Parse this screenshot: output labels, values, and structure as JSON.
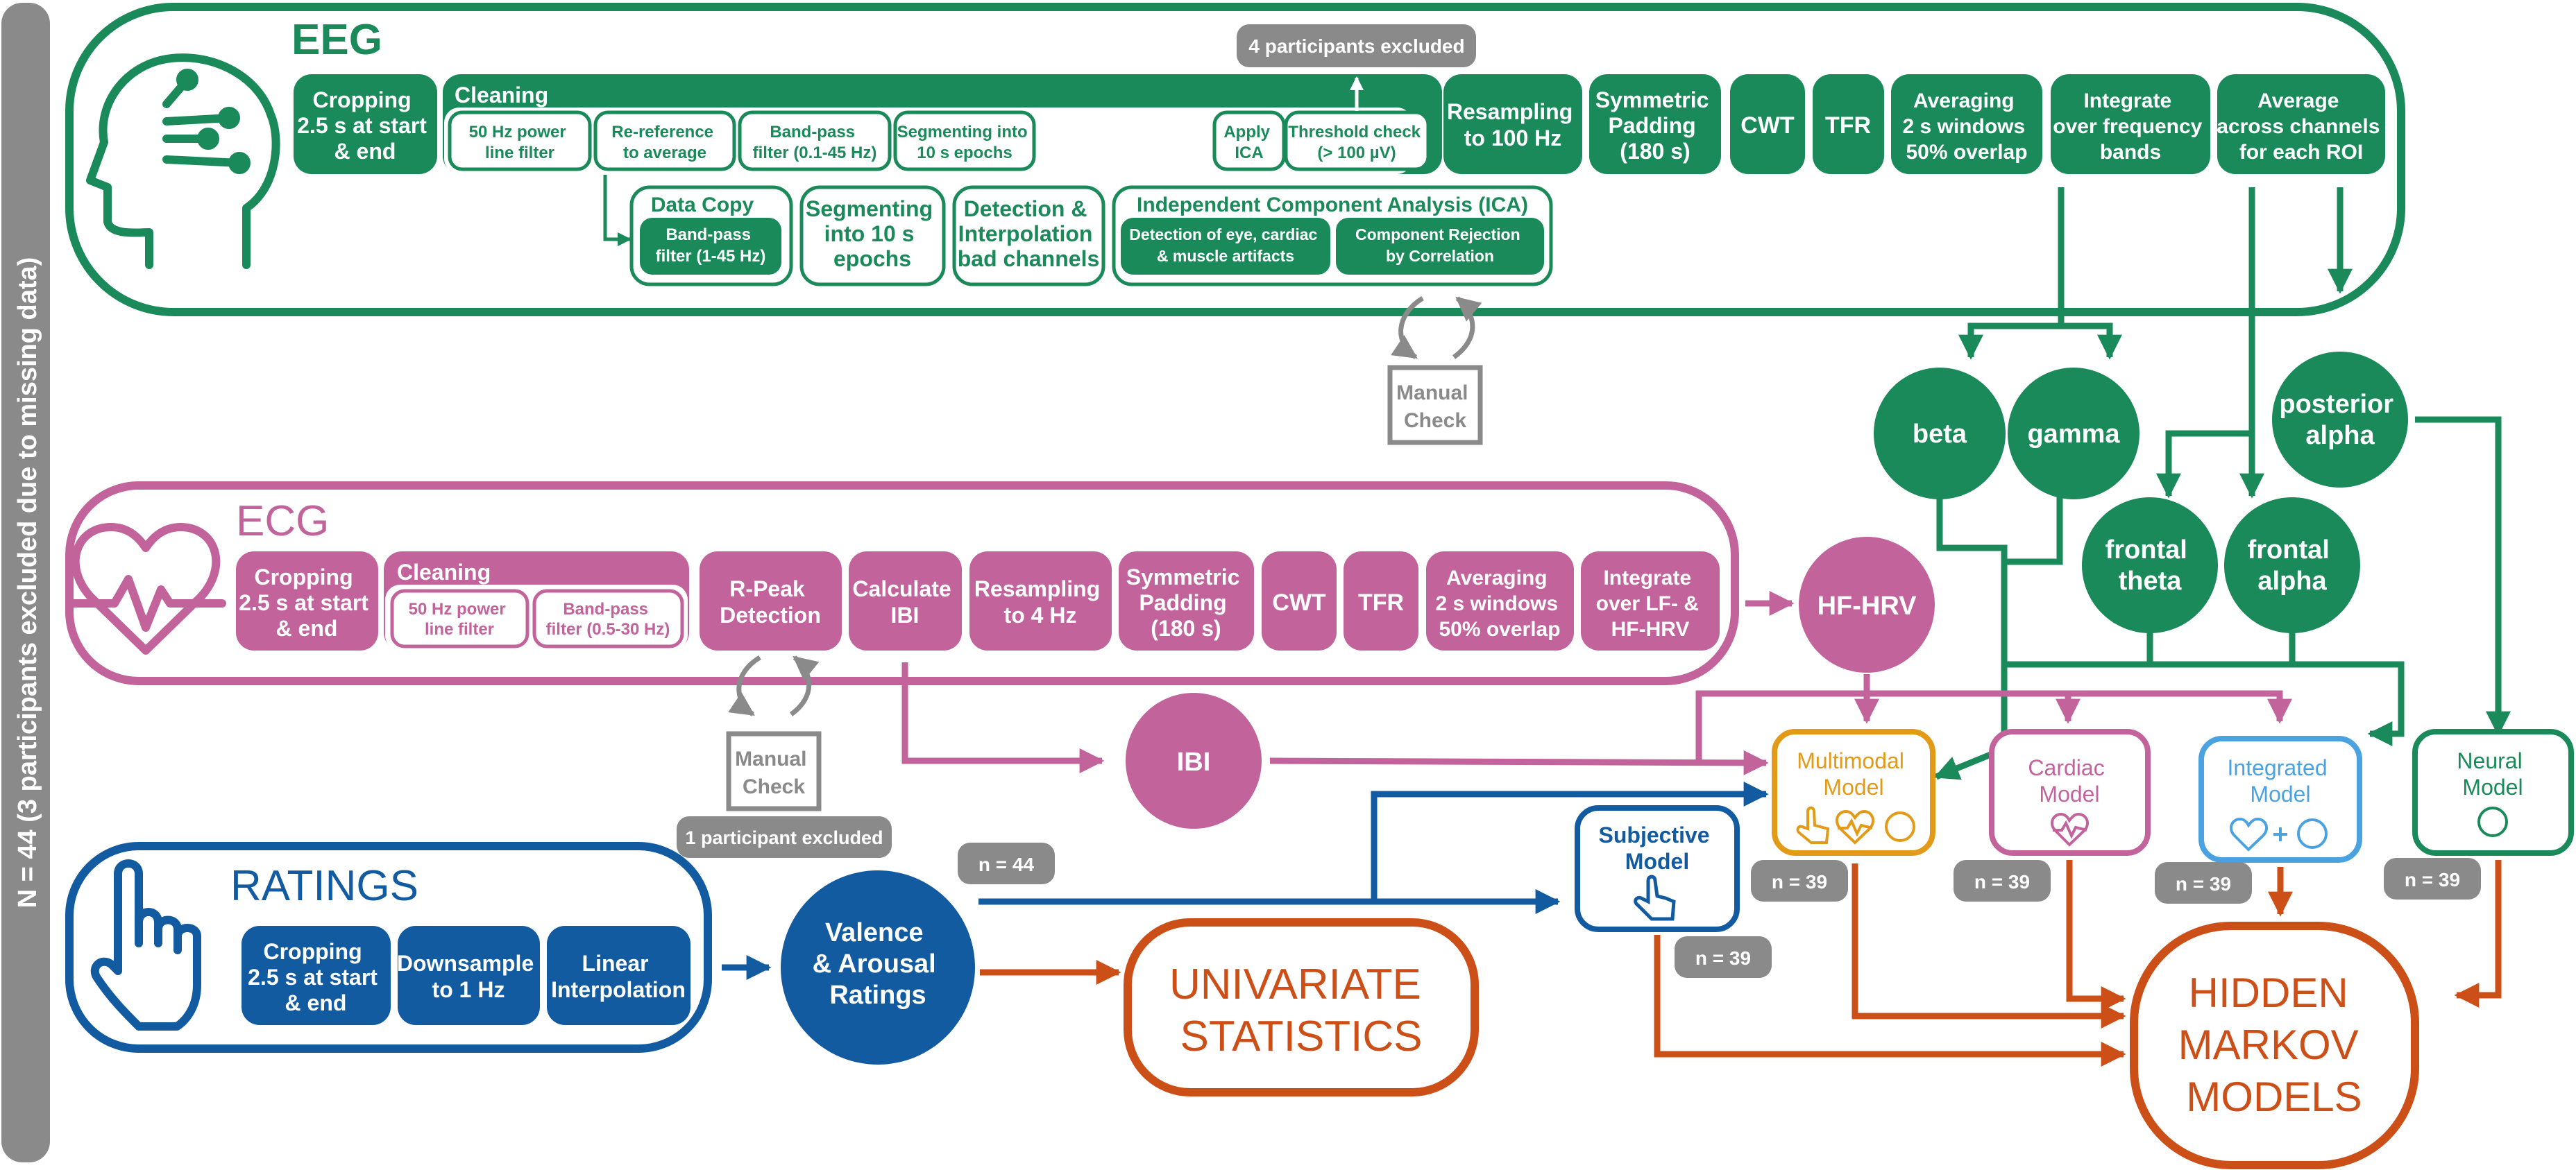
{
  "side_label": "N = 44 (3 participants excluded due to missing data)",
  "colors": {
    "eeg": "#1b8a5a",
    "ecg": "#c2639c",
    "ratings": "#135ba0",
    "output": "#cd4f18",
    "gray": "#8a8a8a",
    "multimodal": "#e29a17",
    "integrated": "#4aa3e0"
  },
  "eeg": {
    "title": "EEG",
    "excluded_note": "4 participants excluded",
    "cropping": [
      "Cropping",
      "2.5 s at start",
      "& end"
    ],
    "cleaning_title": "Cleaning",
    "line_filter": [
      "50 Hz power",
      "line filter"
    ],
    "reref": [
      "Re-reference",
      "to average"
    ],
    "bandpass": [
      "Band-pass",
      "filter (0.1-45 Hz)"
    ],
    "segmenting_small": [
      "Segmenting into",
      "10 s epochs"
    ],
    "apply_ica": [
      "Apply",
      "ICA"
    ],
    "threshold": [
      "Threshold check",
      "(> 100 µV)"
    ],
    "resampling": [
      "Resampling",
      "to 100 Hz"
    ],
    "padding": [
      "Symmetric",
      "Padding",
      "(180 s)"
    ],
    "cwt": "CWT",
    "tfr": "TFR",
    "averaging": [
      "Averaging",
      "2 s windows",
      "50% overlap"
    ],
    "integrate": [
      "Integrate",
      "over frequency",
      "bands"
    ],
    "average_channels": [
      "Average",
      "across channels",
      "for each ROI"
    ],
    "data_copy_title": "Data Copy",
    "data_copy_filter": [
      "Band-pass",
      "filter (1-45 Hz)"
    ],
    "segmenting": [
      "Segmenting",
      "into 10 s",
      "epochs"
    ],
    "detection": [
      "Detection &",
      "Interpolation",
      "bad channels"
    ],
    "ica_title": "Independent Component Analysis (ICA)",
    "ica_detect": [
      "Detection of eye, cardiac",
      "& muscle artifacts"
    ],
    "ica_reject": [
      "Component Rejection",
      "by Correlation"
    ],
    "manual_check": [
      "Manual",
      "Check"
    ]
  },
  "bands": {
    "beta": "beta",
    "gamma": "gamma",
    "posterior_alpha": [
      "posterior",
      "alpha"
    ],
    "frontal_theta": [
      "frontal",
      "theta"
    ],
    "frontal_alpha": [
      "frontal",
      "alpha"
    ]
  },
  "ecg": {
    "title": "ECG",
    "cropping": [
      "Cropping",
      "2.5 s at start",
      "& end"
    ],
    "cleaning_title": "Cleaning",
    "line_filter": [
      "50 Hz power",
      "line filter"
    ],
    "bandpass": [
      "Band-pass",
      "filter (0.5-30 Hz)"
    ],
    "rpeak": [
      "R-Peak",
      "Detection"
    ],
    "ibi_calc": [
      "Calculate",
      "IBI"
    ],
    "resampling": [
      "Resampling",
      "to 4 Hz"
    ],
    "padding": [
      "Symmetric",
      "Padding",
      "(180 s)"
    ],
    "cwt": "CWT",
    "tfr": "TFR",
    "averaging": [
      "Averaging",
      "2 s windows",
      "50% overlap"
    ],
    "integrate": [
      "Integrate",
      "over LF- &",
      "HF-HRV"
    ],
    "manual_check": [
      "Manual",
      "Check"
    ],
    "excluded_note": "1 participant excluded",
    "hf_hrv": "HF-HRV",
    "ibi": "IBI"
  },
  "ratings": {
    "title": "RATINGS",
    "cropping": [
      "Cropping",
      "2.5 s at start",
      "& end"
    ],
    "downsample": [
      "Downsample",
      "to 1 Hz"
    ],
    "interpolation": [
      "Linear",
      "Interpolation"
    ],
    "valence": [
      "Valence",
      "& Arousal",
      "Ratings"
    ],
    "n44": "n = 44"
  },
  "models": {
    "subjective": [
      "Subjective",
      "Model"
    ],
    "multimodal": [
      "Multimodal",
      "Model"
    ],
    "cardiac": [
      "Cardiac",
      "Model"
    ],
    "integrated": [
      "Integrated",
      "Model"
    ],
    "neural": [
      "Neural",
      "Model"
    ],
    "n_subjective": "n = 39",
    "n_multimodal": "n = 39",
    "n_cardiac": "n = 39",
    "n_integrated": "n = 39",
    "n_neural": "n = 39"
  },
  "outputs": {
    "univariate": [
      "UNIVARIATE",
      "STATISTICS"
    ],
    "hmm": [
      "HIDDEN",
      "MARKOV",
      "MODELS"
    ]
  },
  "icons": {
    "eeg_icon": "head-circuit-icon",
    "ecg_icon": "heart-pulse-icon",
    "ratings_icon": "pointing-hand-icon",
    "refresh": "refresh-cycle-icon"
  }
}
